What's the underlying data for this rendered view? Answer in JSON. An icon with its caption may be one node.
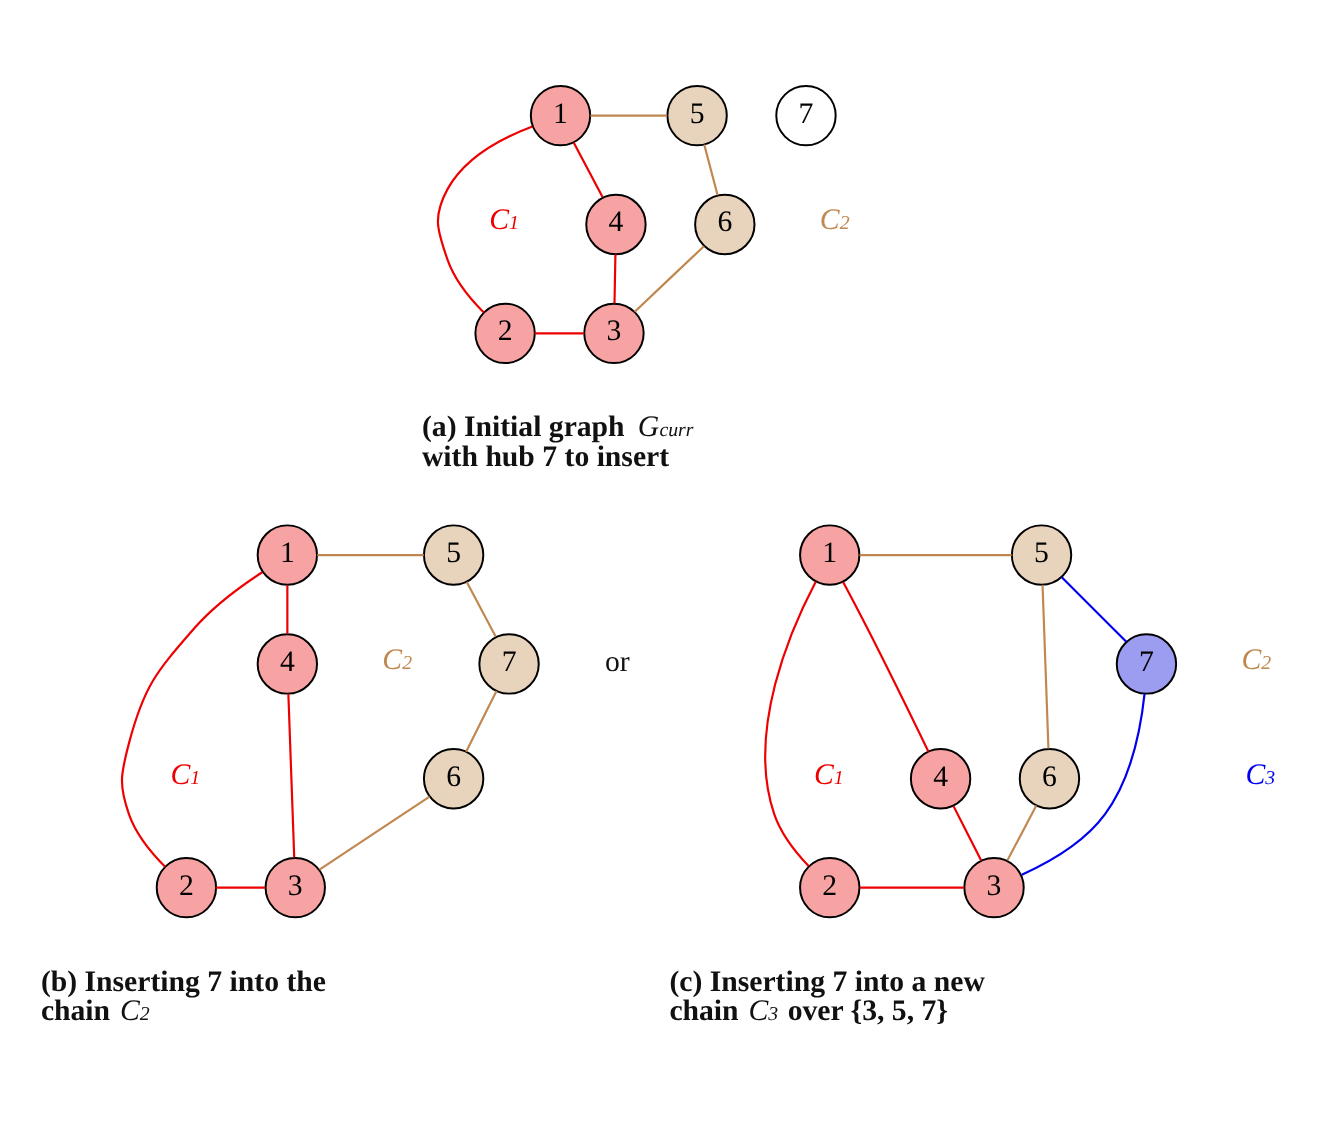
{
  "diagram": {
    "nodes": [
      {
        "text": [
          "1"
        ]
      },
      {
        "text": [
          "5"
        ]
      },
      {
        "text": [
          "7"
        ]
      },
      {
        "text": [
          "4"
        ]
      },
      {
        "text": [
          "6"
        ]
      },
      {
        "text": [
          "2"
        ]
      },
      {
        "text": [
          "3"
        ]
      },
      {
        "text": [
          "1"
        ]
      },
      {
        "text": [
          "5"
        ]
      },
      {
        "text": [
          "7"
        ]
      },
      {
        "text": [
          "4"
        ]
      },
      {
        "text": [
          "6"
        ]
      },
      {
        "text": [
          "2"
        ]
      },
      {
        "text": [
          "3"
        ]
      },
      {
        "text": [
          "1"
        ]
      },
      {
        "text": [
          "5"
        ]
      },
      {
        "text": [
          "7"
        ]
      },
      {
        "text": [
          "4"
        ]
      },
      {
        "text": [
          "6"
        ]
      },
      {
        "text": [
          "2"
        ]
      },
      {
        "text": [
          "3"
        ]
      }
    ],
    "edges": [
      {
        "from": 0,
        "to": 1,
        "arrow": "none",
        "color": "#c08850"
      },
      {
        "from": 0,
        "to": 3,
        "arrow": "none"
      },
      {
        "from": 0,
        "to": 5,
        "arrow": "none"
      },
      {
        "from": 3,
        "to": 6,
        "arrow": "none"
      },
      {
        "from": 5,
        "to": 6,
        "arrow": "none"
      },
      {
        "from": 1,
        "to": 4,
        "arrow": "none",
        "color": "#c08850"
      },
      {
        "from": 4,
        "to": 6,
        "arrow": "none",
        "color": "#c08850"
      },
      {
        "from": 7,
        "to": 8,
        "arrow": "none",
        "color": "#c08850"
      },
      {
        "from": 8,
        "to": 9,
        "arrow": "none",
        "color": "#c08850"
      },
      {
        "from": 9,
        "to": 11,
        "arrow": "none",
        "color": "#c08850"
      },
      {
        "from": 11,
        "to": 13,
        "arrow": "none",
        "color": "#c08850"
      },
      {
        "from": 7,
        "to": 10,
        "arrow": "none"
      },
      {
        "from": 7,
        "to": 12,
        "arrow": "none"
      },
      {
        "from": 10,
        "to": 13,
        "arrow": "none"
      },
      {
        "from": 12,
        "to": 13,
        "arrow": "none"
      },
      {
        "from": 14,
        "to": 15,
        "arrow": "none",
        "color": "#c08850"
      },
      {
        "from": 15,
        "to": 18,
        "arrow": "none",
        "color": "#c08850"
      },
      {
        "from": 18,
        "to": 20,
        "arrow": "none",
        "color": "#c08850"
      },
      {
        "from": 14,
        "to": 17,
        "arrow": "none"
      },
      {
        "from": 14,
        "to": 19,
        "arrow": "none"
      },
      {
        "from": 17,
        "to": 20,
        "arrow": "none"
      },
      {
        "from": 19,
        "to": 20,
        "arrow": "none"
      },
      {
        "from": 15,
        "to": 16,
        "arrow": "none",
        "color": "#0000ee"
      },
      {
        "from": 16,
        "to": 20,
        "arrow": "none",
        "color": "#0000ee"
      }
    ],
    "labels": [
      "*C*$_{2}$",
      "*C*$_{1}$",
      "(a) Initial graph *G*$_{curr}$ with hub 7 to insert",
      "*C*$_{1}$",
      "*C*$_{2}$",
      "or",
      "*C*$_{2}$",
      "*C*$_{1}$",
      "*C*$_{3}$",
      "(b) Inserting 7 into the chain *C*$_{2}$",
      "(c) Inserting 7 into a new chain *C*$_{3}$ over {3, 5, 7}"
    ]
  }
}
